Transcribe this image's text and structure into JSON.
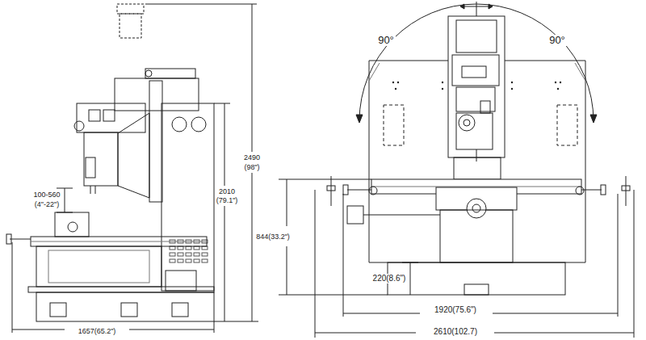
{
  "diagram": {
    "labels": [
      "100-560",
      "(4\"-22\")",
      "2010",
      "(79.1\")",
      "2490",
      "(98\")",
      "90°",
      "90°",
      "844(33.2\")",
      "220(8.6\")",
      "1920(75.6\")",
      "2610(102.7)",
      "1657(65.2\")"
    ]
  }
}
